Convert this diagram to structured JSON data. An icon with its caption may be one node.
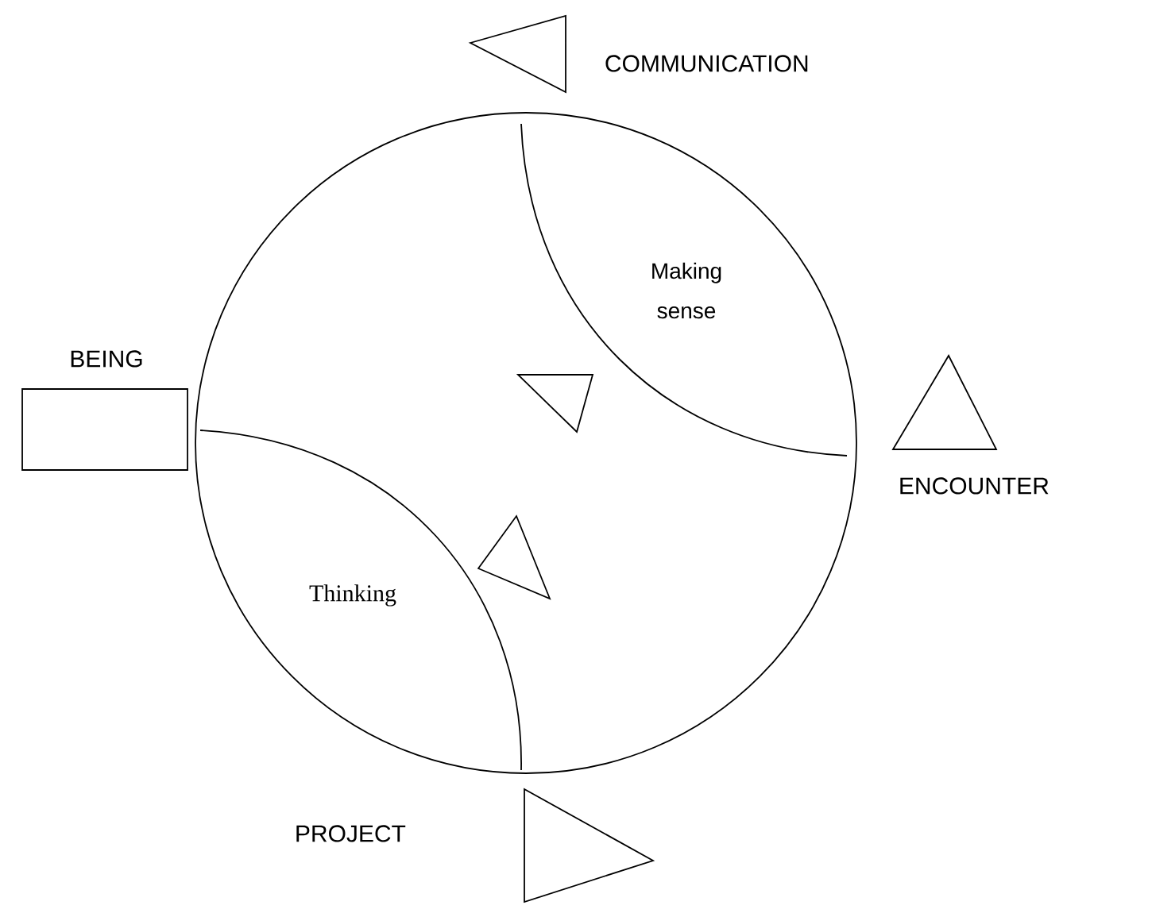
{
  "diagram": {
    "nodes": [
      {
        "text": [
          "COMMUNICATION"
        ]
      },
      {
        "text": [],
        "shape": "circle"
      },
      {
        "text": [
          "BEING"
        ]
      },
      {
        "text": [],
        "shape": "triangle",
        "in": 1
      },
      {
        "text": [
          "ENCOUNTER"
        ]
      },
      {
        "text": [],
        "shape": "triangle",
        "in": 1
      },
      {
        "text": [
          "PROJECT"
        ]
      }
    ],
    "labels": [
      "Making sense",
      "Thinking"
    ]
  }
}
